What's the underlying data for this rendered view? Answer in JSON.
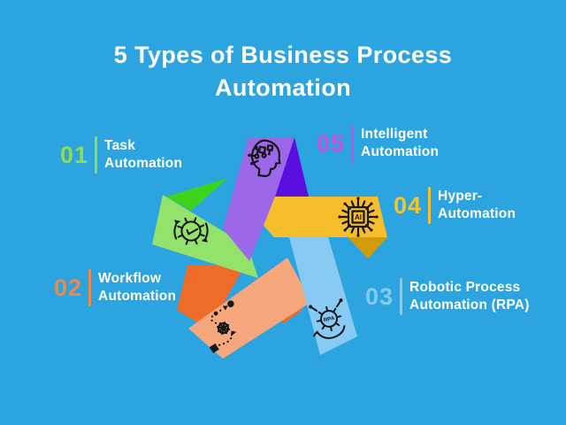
{
  "background_color": "#2BA4DF",
  "title": {
    "line1": "5 Types of Business Process",
    "line2": "Automation",
    "color": "#FFFFFF"
  },
  "items": [
    {
      "number": "01",
      "label_line1": "Task",
      "label_line2": "Automation",
      "accent": "#8FDB52",
      "icon": "gear-check-sync-icon",
      "ribbon_color": "#92E26C",
      "fold_color": "#3ED31B"
    },
    {
      "number": "02",
      "label_line1": "Workflow",
      "label_line2": "Automation",
      "accent": "#F0884E",
      "icon": "workflow-path-icon",
      "ribbon_color": "#F7A77C",
      "fold_color": "#EF6B28"
    },
    {
      "number": "03",
      "label_line1": "Robotic Process",
      "label_line2": "Automation (RPA)",
      "accent": "#88C8ED",
      "icon": "rpa-hand-gear-icon",
      "ribbon_color": "#87CAF3",
      "fold_color": "#87CAF3"
    },
    {
      "number": "04",
      "label_line1": "Hyper-",
      "label_line2": "Automation",
      "accent": "#F6C32F",
      "icon": "ai-chip-icon",
      "ribbon_color": "#F7BE2B",
      "fold_color": "#D29B07"
    },
    {
      "number": "05",
      "label_line1": "Intelligent",
      "label_line2": "Automation",
      "accent": "#C553E0",
      "icon": "brain-circuit-head-icon",
      "ribbon_color": "#9C68E8",
      "fold_color": "#5A0EE0"
    }
  ],
  "icon_labels": {
    "chip": "AI",
    "gear": "RPA"
  },
  "star": {
    "shape": "woven-ribbon-pentagram",
    "points": 5
  }
}
